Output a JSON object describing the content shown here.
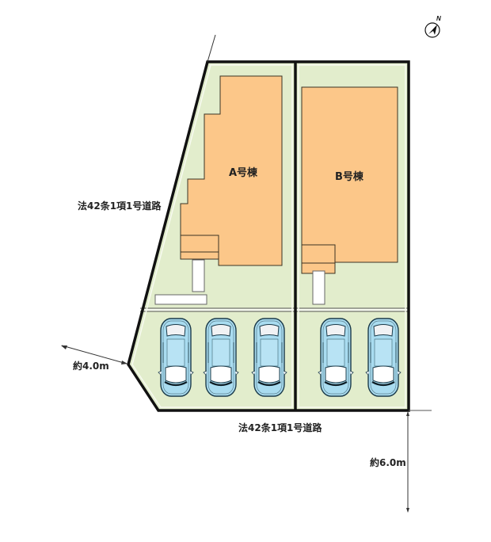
{
  "compass": {
    "icon": "north-arrow-icon",
    "label": "N"
  },
  "buildings": [
    {
      "id": "A",
      "label": "A号棟"
    },
    {
      "id": "B",
      "label": "B号棟"
    }
  ],
  "roads": {
    "west": {
      "label": "法42条1項1号道路",
      "width_label": "約4.0m"
    },
    "south": {
      "label": "法42条1項1号道路",
      "width_label": "約6.0m"
    }
  },
  "parking": {
    "lot_A_cars": 3,
    "lot_B_cars": 2,
    "car_icon": "car-topview-icon"
  },
  "colors": {
    "lot_fill": "#e2edcc",
    "building_fill": "#fcc789",
    "car_body": "#a9dcf0",
    "outline": "#111111"
  }
}
